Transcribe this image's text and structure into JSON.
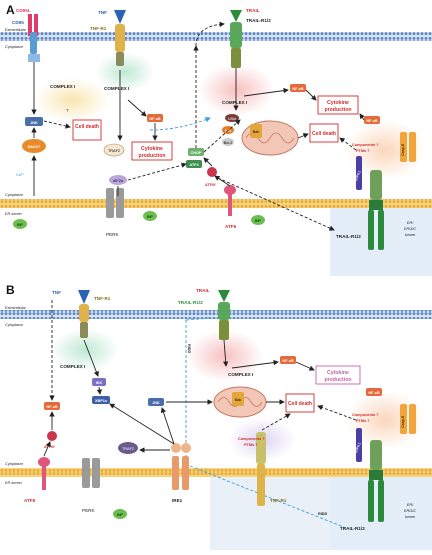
{
  "panel_a": {
    "letter": "A",
    "extracellular": "Extracellular",
    "cytoplasm_top": "Cytoplasm",
    "cytoplasm_er": "Cytoplasm",
    "er_lumen": "ER lumen",
    "er_ergic_lumen_1": "ER/",
    "er_ergic_lumen_2": "ERGIC",
    "er_ergic_lumen_3": "lumen",
    "cd95l": "CD95L",
    "cd95": "CD95",
    "tnf": "TNF",
    "tnf_r1": "TNF-R1",
    "trail": "TRAIL",
    "trail_r12": "TRAIL-R1/2",
    "trail_r12_er": "TRAIL-R1/2",
    "complex_i_left": "COMPLEX I",
    "complex_i_mid": "COMPLEX I",
    "complex_i_right": "COMPLEX I",
    "jnk": "JNK",
    "daxx": "DAXX?",
    "ca": "Ca²⁺",
    "cell_death_left": "Cell death",
    "cell_death_right": "Cell death",
    "nfkb_mid": "NF-κB",
    "nfkb_right": "NF-κB",
    "nfkb_far": "NF-κB",
    "cytokine_mid_1": "Cytokine",
    "cytokine_mid_2": "production",
    "cytokine_right_1": "Cytokine",
    "cytokine_right_2": "production",
    "traf2": "TRAF2",
    "eif2a": "eIF2α",
    "chop": "CHOP",
    "atf4": "ATF4",
    "atf6f": "ATF6f",
    "atf6": "ATF6",
    "perk": "PERK",
    "bip": "BiP",
    "bid": "t-Bid",
    "bax": "Bax",
    "bcl2": "Bcl-2",
    "bak": "Bak",
    "components_1": "Components ?",
    "components_2": "PTMs ?",
    "ripk1": "RIPK1",
    "casp8": "Casp-8",
    "question": "?"
  },
  "panel_b": {
    "letter": "B",
    "extracellular": "Extracellular",
    "cytoplasm_top": "Cytoplasm",
    "cytoplasm_er": "Cytoplasm",
    "er_lumen": "ER lumen",
    "er_ergic_lumen_1": "ER/",
    "er_ergic_lumen_2": "ERGIC",
    "er_ergic_lumen_3": "lumen",
    "tnf": "TNF",
    "tnf_r1": "TNF-R1",
    "tnf_r1_er": "TNF-R1",
    "trail": "TRAIL",
    "trail_r12": "TRAIL-R1/2",
    "trail_r12_er": "TRAIL-R1/2",
    "ridd_vert": "RIDD",
    "ridd_diag": "RIDD",
    "complex_i_left": "COMPLEX I",
    "complex_i_right": "COMPLEX I",
    "ikk": "IKK",
    "xbp1s": "XBP1s",
    "jnk": "JNK",
    "nfkb_left": "NF-κB",
    "nfkb_right": "NF-κB",
    "nfkb_far": "NF-κB",
    "atf6f": "ATF6f",
    "atf6": "ATF6",
    "perk": "PERK",
    "ire1": "IRE1",
    "bip": "BiP",
    "traf2": "TRAF2",
    "cytokine_1": "Cytokine",
    "cytokine_2": "production",
    "cell_death": "Cell death",
    "components_mid_1": "Components ?",
    "components_mid_2": "PTMs ?",
    "components_right_1": "Components ?",
    "components_right_2": "PTMs ?",
    "ripk1": "RIPK1",
    "casp8": "Casp-8",
    "bak": "Bak"
  }
}
